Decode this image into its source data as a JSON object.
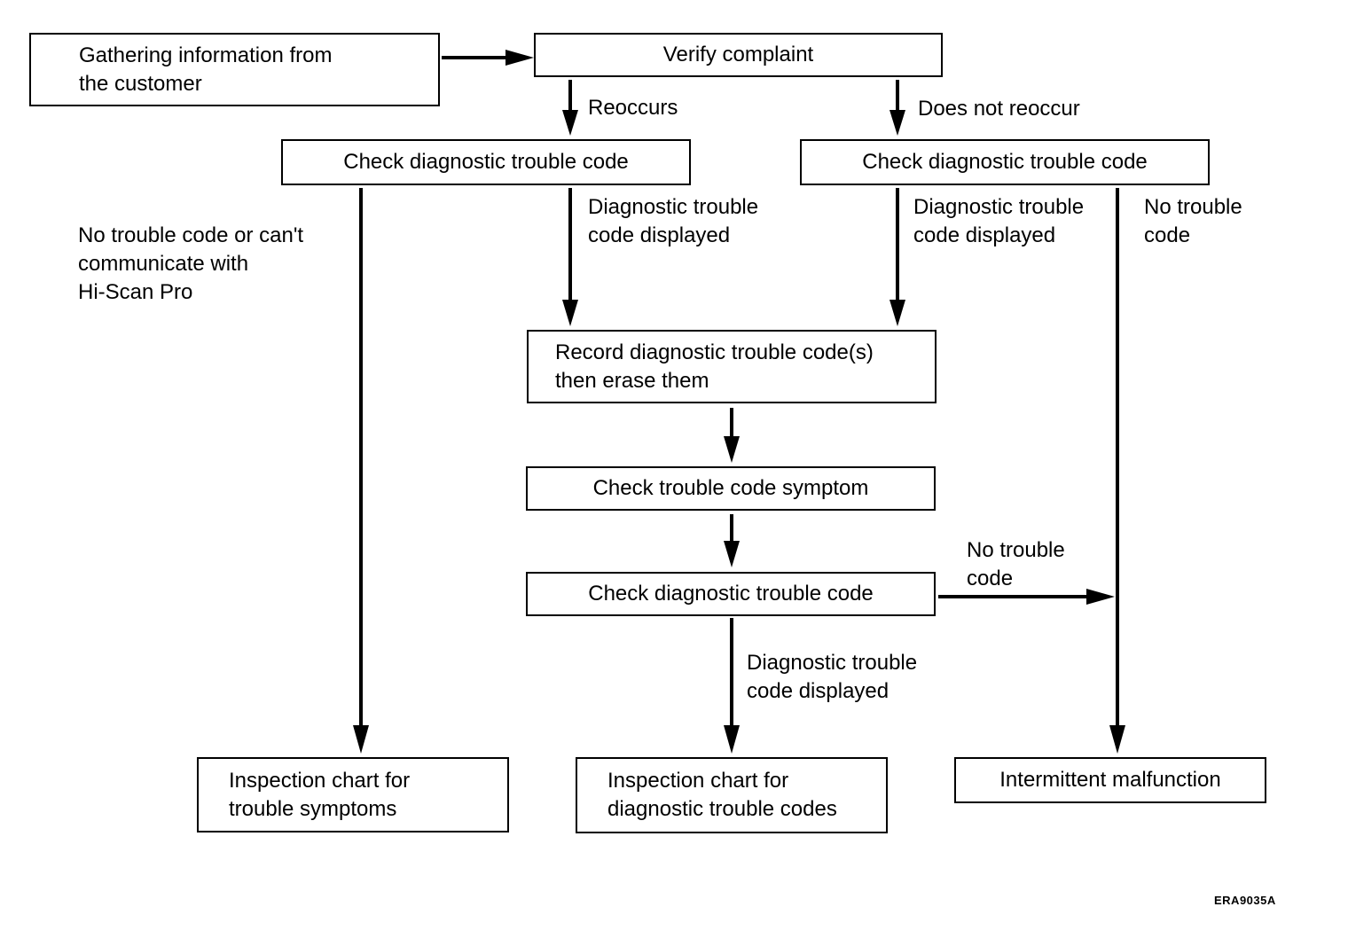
{
  "nodes": {
    "gather": "Gathering information from\nthe customer",
    "verify": "Verify complaint",
    "check_left": "Check diagnostic trouble code",
    "check_right": "Check diagnostic trouble code",
    "record": "Record diagnostic trouble code(s)\nthen erase them",
    "symptom": "Check trouble code symptom",
    "check_mid": "Check diagnostic trouble code",
    "inspect_symptoms": "Inspection chart for\ntrouble symptoms",
    "inspect_codes": "Inspection chart for\ndiagnostic trouble codes",
    "intermittent": "Intermittent malfunction"
  },
  "edge_labels": {
    "reoccurs": "Reoccurs",
    "not_reoccur": "Does not reoccur",
    "no_code_cant": "No trouble code or can't\ncommunicate with\nHi-Scan Pro",
    "dtc_displayed_left": "Diagnostic trouble\ncode displayed",
    "dtc_displayed_right": "Diagnostic trouble\ncode displayed",
    "no_code_right": "No trouble\ncode",
    "no_code_mid": "No trouble\ncode",
    "dtc_displayed_mid": "Diagnostic trouble\ncode displayed"
  },
  "figure_code": "ERA9035A"
}
